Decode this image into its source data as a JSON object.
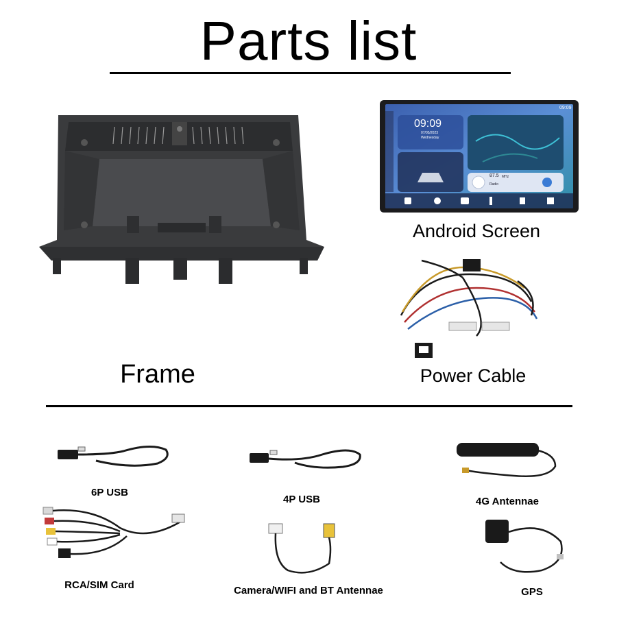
{
  "title": "Parts list",
  "parts": {
    "frame": "Frame",
    "android_screen": "Android Screen",
    "power_cable": "Power Cable",
    "usb6": "6P USB",
    "usb4": "4P USB",
    "antenna4g": "4G Antennae",
    "rca_sim": "RCA/SIM Card",
    "camera_wifi_bt": "Camera/WIFI and BT Antennae",
    "gps": "GPS"
  },
  "screen_ui": {
    "status_time": "09:09",
    "clock": "09:09",
    "date": "07/05/2023",
    "weekday": "Wednesday",
    "radio_freq": "87.5",
    "radio_unit": "MHz",
    "radio_label": "Radio"
  },
  "colors": {
    "frame": "#3a3b3d",
    "screen_bezel": "#1b1b1d",
    "screen_bg": "#4a6fb7",
    "cable": "#1a1a1a"
  }
}
